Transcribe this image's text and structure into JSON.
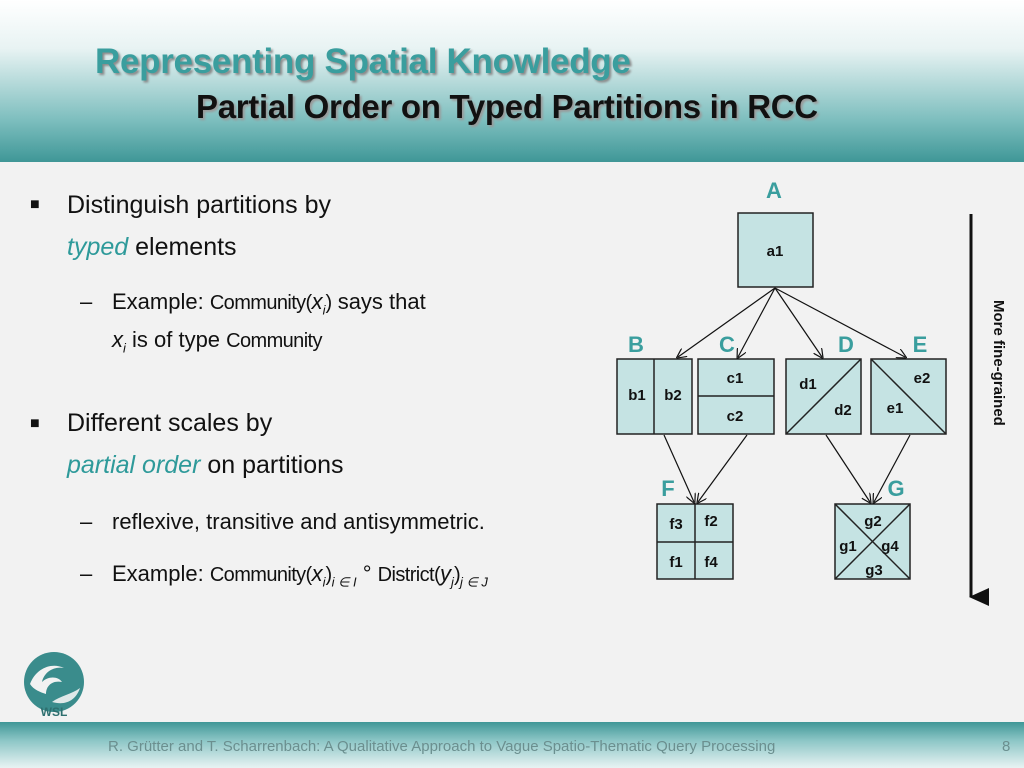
{
  "header": {
    "title": "Representing Spatial Knowledge",
    "subtitle": "Partial Order on Typed Partitions in RCC"
  },
  "bullets": {
    "b1_line1": "Distinguish partitions by",
    "b1_typed": "typed",
    "b1_elements": " elements",
    "b1_sub_dash": "–",
    "b1_sub_example": "Example: ",
    "b1_sub_community": "Community(",
    "b1_sub_x": "x",
    "b1_sub_i": "i",
    "b1_sub_close": ")",
    "b1_sub_says": " says that",
    "b1_sub_line2_x": "x",
    "b1_sub_line2_i": "i",
    "b1_sub_line2_text": " is of type ",
    "b1_sub_line2_community": "Community",
    "b2_line1": "Different scales by",
    "b2_partial": "partial order",
    "b2_on": " on partitions",
    "b2_sub1": "reflexive, transitive and antisymmetric.",
    "b2_sub2_example": "Example: ",
    "b2_sub2_community": "Community(",
    "b2_sub2_x": "x",
    "b2_sub2_i": "i",
    "b2_sub2_close": ")",
    "b2_sub2_idx1": "i ∈ I",
    "b2_sub2_op": " ° ",
    "b2_sub2_district": "District(",
    "b2_sub2_y": "y",
    "b2_sub2_j": "j",
    "b2_sub2_close2": ")",
    "b2_sub2_idx2": "j ∈ J"
  },
  "diagram": {
    "labels": {
      "A": "A",
      "B": "B",
      "C": "C",
      "D": "D",
      "E": "E",
      "F": "F",
      "G": "G"
    },
    "cells": {
      "a1": "a1",
      "b1": "b1",
      "b2": "b2",
      "c1": "c1",
      "c2": "c2",
      "d1": "d1",
      "d2": "d2",
      "e1": "e1",
      "e2": "e2",
      "f1": "f1",
      "f2": "f2",
      "f3": "f3",
      "f4": "f4",
      "g1": "g1",
      "g2": "g2",
      "g3": "g3",
      "g4": "g4"
    },
    "arrow_label": "More fine-grained",
    "colors": {
      "cell_fill": "#c5e3e3",
      "label_teal": "#3a9e9e"
    }
  },
  "footer": {
    "citation": "R. Grütter and T. Scharrenbach: A Qualitative Approach to Vague Spatio-Thematic Query Processing",
    "page": "8"
  },
  "logo": {
    "text": "WSL"
  }
}
